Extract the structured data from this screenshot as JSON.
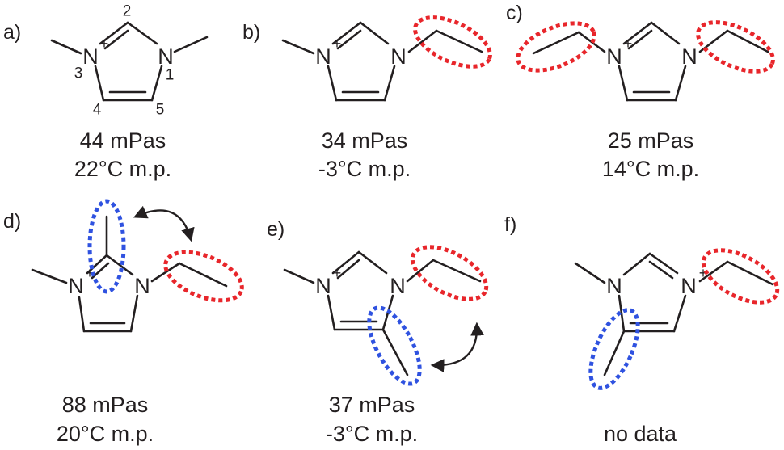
{
  "colors": {
    "ink": "#231f20",
    "ethyl_highlight": "#e8262b",
    "methyl_highlight": "#2f52e0",
    "background": "#ffffff"
  },
  "atoms": {
    "nitrogen": "N",
    "charge": "+"
  },
  "numbering": [
    "1",
    "2",
    "3",
    "4",
    "5"
  ],
  "panels": [
    {
      "id": "a",
      "label": "a)",
      "viscosity": "44 mPas",
      "melting_point": "22°C m.p."
    },
    {
      "id": "b",
      "label": "b)",
      "viscosity": "34 mPas",
      "melting_point": "-3°C m.p."
    },
    {
      "id": "c",
      "label": "c)",
      "viscosity": "25 mPas",
      "melting_point": "14°C m.p."
    },
    {
      "id": "d",
      "label": "d)",
      "viscosity": "88 mPas",
      "melting_point": "20°C m.p."
    },
    {
      "id": "e",
      "label": "e)",
      "viscosity": "37 mPas",
      "melting_point": "-3°C m.p."
    },
    {
      "id": "f",
      "label": "f)",
      "note": "no data"
    }
  ]
}
